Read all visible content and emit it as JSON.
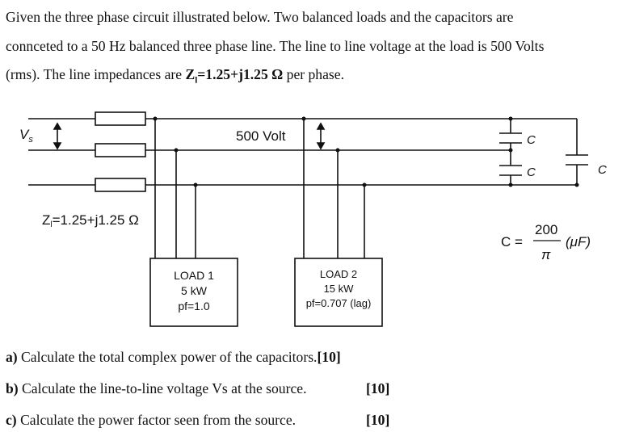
{
  "problem": {
    "line1": "Given the three phase circuit illustrated below. Two balanced loads and the capacitors are",
    "line2": "connceted to a 50 Hz balanced three phase line. The line to line voltage at the load is 500 Volts",
    "line3_prefix": "(rms). The line impedances are ",
    "line3_impedance": "Z",
    "line3_sub": "l",
    "line3_value": "=1.25+j1.25 Ω",
    "line3_suffix": " per phase."
  },
  "circuit": {
    "source_label": "V",
    "source_sub": "s",
    "voltage_label": "500 Volt",
    "impedance_label_main": "Z",
    "impedance_label_sub": "l",
    "impedance_label_value": "=1.25+j1.25 Ω",
    "load1": {
      "name": "LOAD 1",
      "power": "5 kW",
      "pf": "pf=1.0"
    },
    "load2": {
      "name": "LOAD 2",
      "power": "15 kW",
      "pf": "pf=0.707 (lag)"
    },
    "cap_label": "C",
    "cap_formula_lhs": "C =",
    "cap_formula_num": "200",
    "cap_formula_den": "π",
    "cap_formula_unit": "(μF)"
  },
  "questions": [
    {
      "letter": "a)",
      "text": " Calculate the total complex power of the capacitors.",
      "mark": "[10]"
    },
    {
      "letter": "b)",
      "text": " Calculate the line-to-line voltage Vs at the source.",
      "mark": "[10]"
    },
    {
      "letter": "c)",
      "text": " Calculate the power factor seen from the source.",
      "mark": "[10]"
    }
  ]
}
